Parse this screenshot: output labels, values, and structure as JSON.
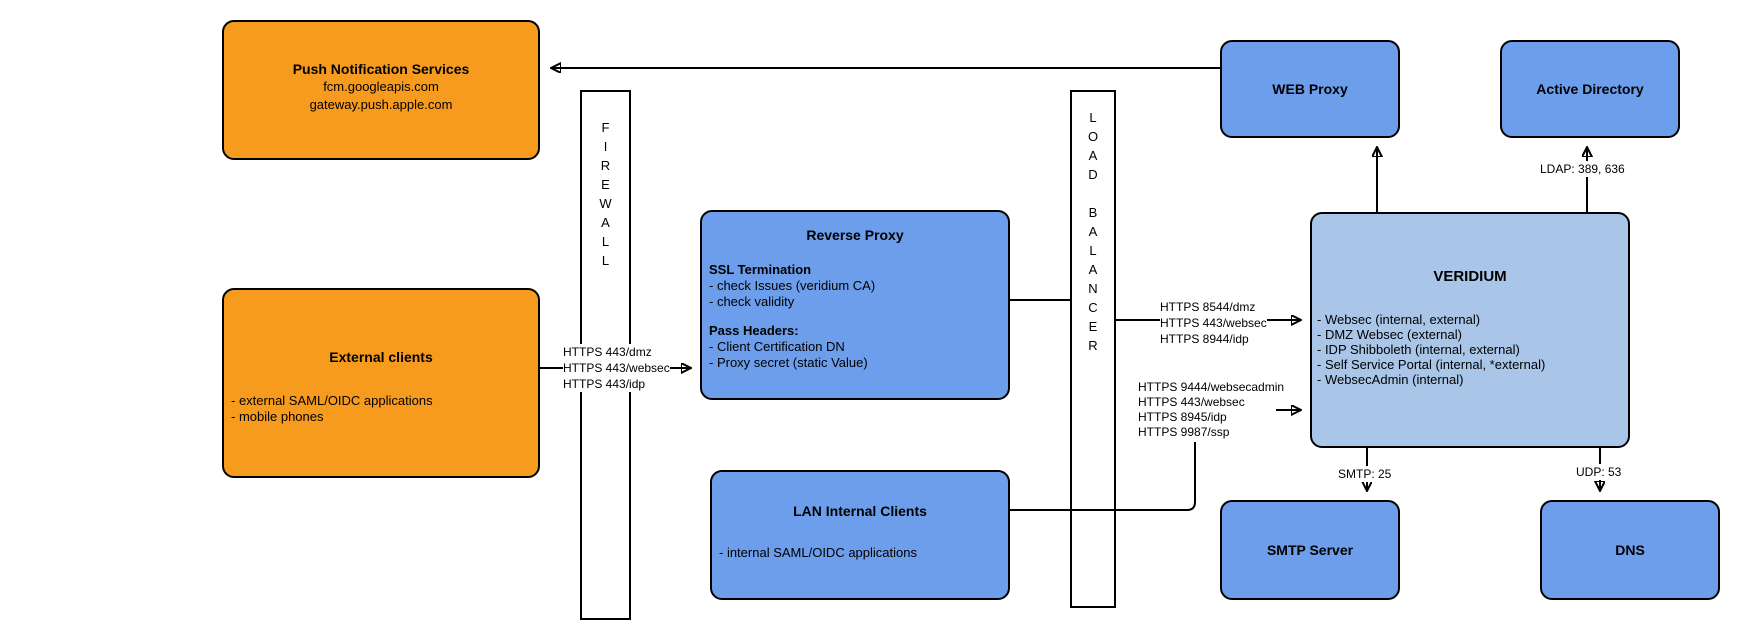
{
  "colors": {
    "orange": "#F79B1E",
    "blue": "#6D9EEB",
    "light_blue": "#A9C6E8",
    "stroke": "#000000",
    "background": "#FFFFFF"
  },
  "nodes": {
    "push": {
      "title": "Push Notification Services",
      "lines": [
        "fcm.googleapis.com",
        "gateway.push.apple.com"
      ]
    },
    "external_clients": {
      "title": "External clients",
      "items": [
        "- external SAML/OIDC applications",
        "- mobile phones"
      ]
    },
    "firewall": {
      "label": "F\nI\nR\nE\nW\nA\nL\nL"
    },
    "reverse_proxy": {
      "title": "Reverse Proxy",
      "sections": [
        {
          "heading": "SSL Termination",
          "items": [
            "- check Issues (veridium CA)",
            "- check validity"
          ]
        },
        {
          "heading": "Pass Headers:",
          "items": [
            "- Client Certification DN",
            "- Proxy secret (static Value)"
          ]
        }
      ]
    },
    "lan_clients": {
      "title": "LAN Internal Clients",
      "items": [
        "- internal SAML/OIDC applications"
      ]
    },
    "load_balancer": {
      "label": "L\nO\nA\nD\n\nB\nA\nL\nA\nN\nC\nE\nR"
    },
    "web_proxy": {
      "title": "WEB Proxy"
    },
    "active_directory": {
      "title": "Active Directory"
    },
    "veridium": {
      "title": "VERIDIUM",
      "items": [
        "- Websec (internal, external)",
        "- DMZ Websec (external)",
        "- IDP Shibboleth (internal, external)",
        "- Self Service Portal (internal, *external)",
        "- WebsecAdmin (internal)"
      ]
    },
    "smtp_server": {
      "title": "SMTP Server"
    },
    "dns": {
      "title": "DNS"
    }
  },
  "edge_labels": {
    "firewall_in": [
      "HTTPS 443/dmz",
      "HTTPS 443/websec",
      "HTTPS 443/idp"
    ],
    "veridium_in_top": [
      "HTTPS 8544/dmz",
      "HTTPS 443/websec",
      "HTTPS 8944/idp"
    ],
    "veridium_in_bottom": [
      "HTTPS 9444/websecadmin",
      "HTTPS 443/websec",
      "HTTPS 8945/idp",
      "HTTPS 9987/ssp"
    ],
    "ldap": "LDAP: 389, 636",
    "smtp": "SMTP: 25",
    "udp": "UDP: 53"
  }
}
